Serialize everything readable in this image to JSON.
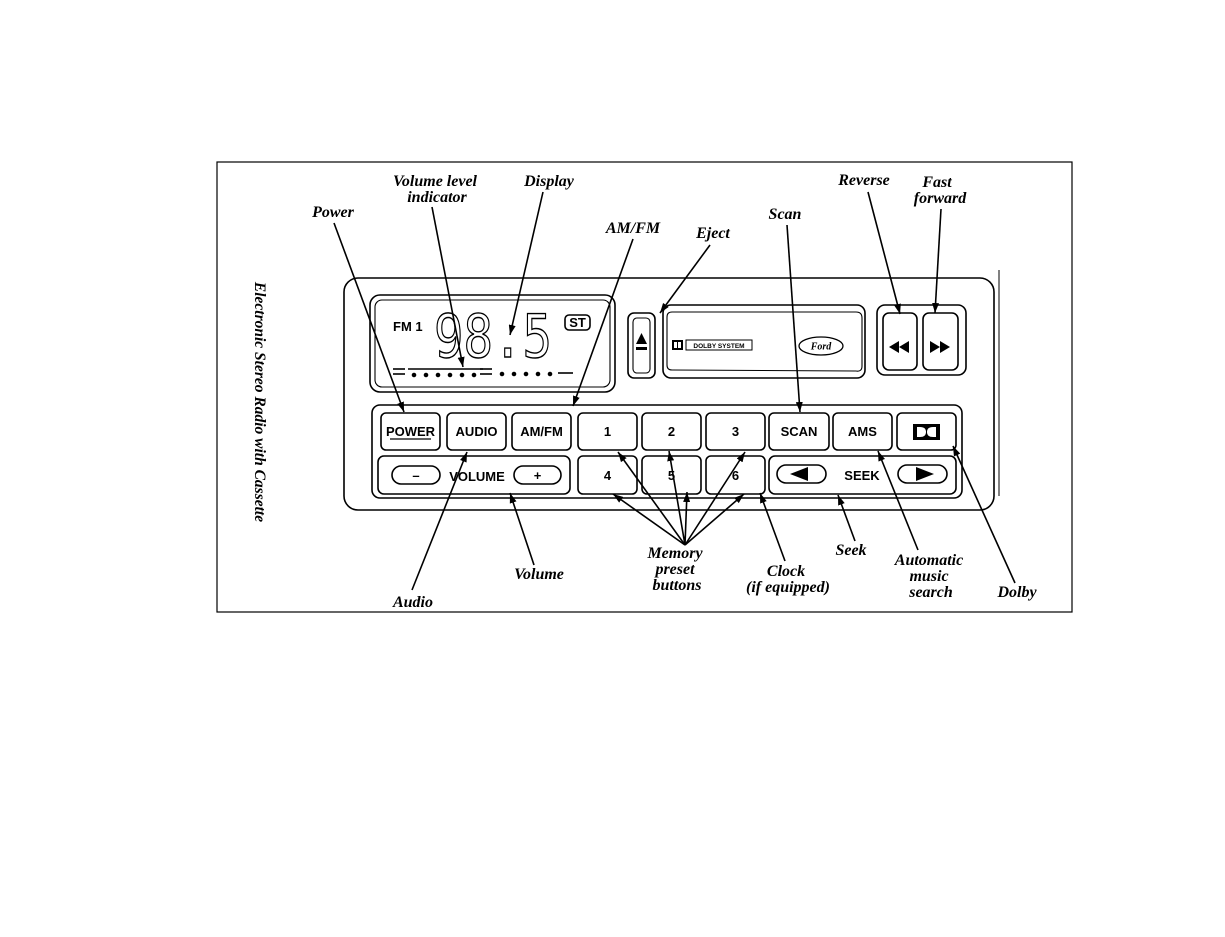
{
  "title": "Electronic Stereo Radio with Cassette",
  "callouts": {
    "power": "Power",
    "volume_level_indicator": {
      "line1": "Volume level",
      "line2": "indicator"
    },
    "display": "Display",
    "am_fm": "AM/FM",
    "eject": "Eject",
    "scan": "Scan",
    "reverse": "Reverse",
    "fast_forward": {
      "line1": "Fast",
      "line2": "forward"
    },
    "audio": "Audio",
    "volume": "Volume",
    "memory_preset": {
      "line1": "Memory",
      "line2": "preset",
      "line3": "buttons"
    },
    "clock": {
      "line1": "Clock",
      "line2": "(if equipped)"
    },
    "seek": "Seek",
    "automatic_music_search": {
      "line1": "Automatic",
      "line2": "music",
      "line3": "search"
    },
    "dolby": "Dolby"
  },
  "display": {
    "band": "FM 1",
    "frequency": "98.5",
    "stereo": "ST"
  },
  "cassette": {
    "dolby_system": "DOLBY SYSTEM",
    "brand_logo": "Ford"
  },
  "buttons": {
    "power": "POWER",
    "audio": "AUDIO",
    "am_fm": "AM/FM",
    "preset_1": "1",
    "preset_2": "2",
    "preset_3": "3",
    "preset_4": "4",
    "preset_5": "5",
    "preset_6": "6",
    "scan": "SCAN",
    "ams": "AMS",
    "volume": "VOLUME",
    "volume_down": "–",
    "volume_up": "+",
    "seek": "SEEK"
  },
  "icons": {
    "eject": "eject-icon",
    "reverse": "rewind-icon",
    "fast_forward": "fast-forward-icon",
    "dolby": "dolby-icon",
    "seek_down": "arrow-left-icon",
    "seek_up": "arrow-right-icon"
  }
}
